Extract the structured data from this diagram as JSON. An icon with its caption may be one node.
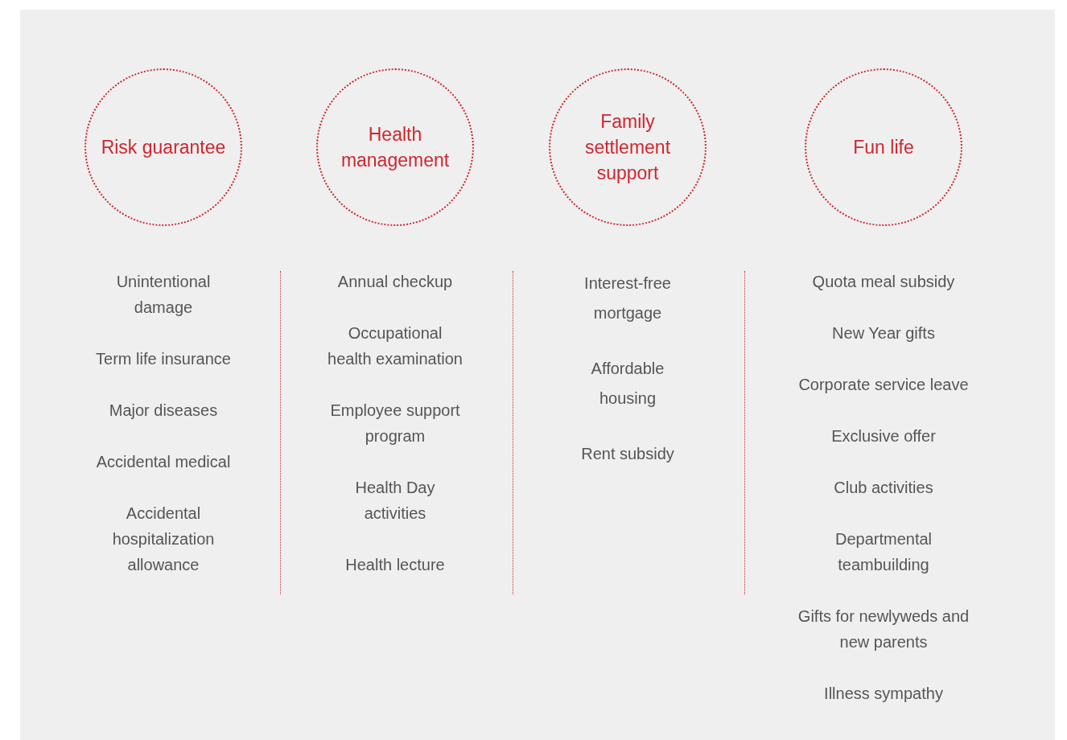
{
  "diagram": {
    "nodes": [
      {
        "text": [
          "Risk guarantee"
        ]
      },
      {
        "text": [
          "Health management"
        ]
      },
      {
        "text": [
          "Family settlement support"
        ]
      },
      {
        "text": [
          "Fun life"
        ]
      }
    ],
    "labels": [
      "Unintentional damage",
      "Term life insurance",
      "Major diseases",
      "Accidental medical",
      "Accidental hospitalization allowance",
      "Annual checkup",
      "Occupational health examination",
      "Employee support program",
      "Health Day activities",
      "Health lecture",
      "Interest-free mortgage",
      "Affordable housing",
      "Rent subsidy",
      "Quota meal subsidy",
      "New Year gifts",
      "Corporate service leave",
      "Exclusive offer",
      "Club activities",
      "Departmental teambuilding",
      "Gifts for newlyweds and new parents",
      "Illness sympathy"
    ]
  }
}
